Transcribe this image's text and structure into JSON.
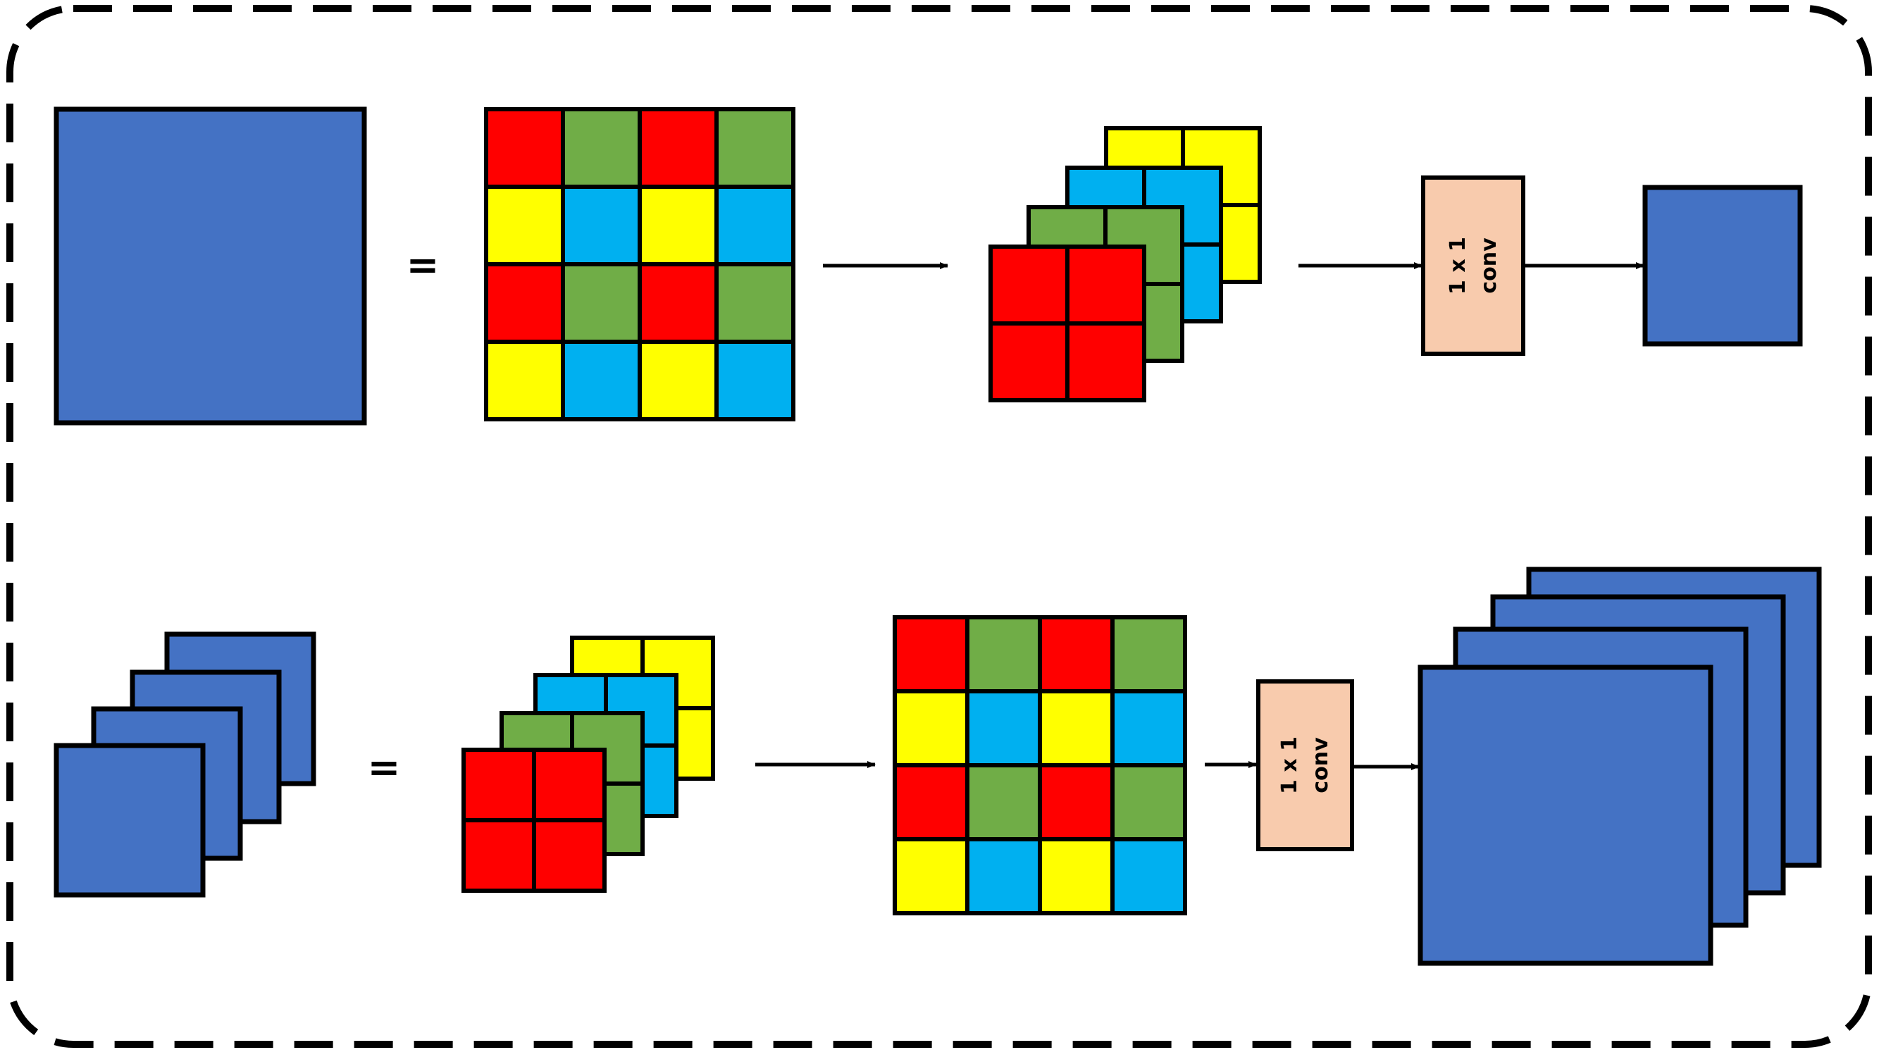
{
  "colors": {
    "blue": "#4472C4",
    "red": "#FF0000",
    "green": "#70AD47",
    "yellow": "#FFFF00",
    "cyan": "#00B0F0",
    "conv": "#F8CBAD",
    "stroke": "#000000"
  },
  "top_row": {
    "equals": "=",
    "grid": [
      [
        "red",
        "green",
        "red",
        "green"
      ],
      [
        "yellow",
        "cyan",
        "yellow",
        "cyan"
      ],
      [
        "red",
        "green",
        "red",
        "green"
      ],
      [
        "yellow",
        "cyan",
        "yellow",
        "cyan"
      ]
    ],
    "stack_order": [
      "yellow",
      "cyan",
      "green",
      "red"
    ],
    "conv_label_line1": "1 x 1",
    "conv_label_line2": "conv"
  },
  "bottom_row": {
    "equals": "=",
    "grid": [
      [
        "red",
        "green",
        "red",
        "green"
      ],
      [
        "yellow",
        "cyan",
        "yellow",
        "cyan"
      ],
      [
        "red",
        "green",
        "red",
        "green"
      ],
      [
        "yellow",
        "cyan",
        "yellow",
        "cyan"
      ]
    ],
    "stack_order": [
      "yellow",
      "cyan",
      "green",
      "red"
    ],
    "conv_label_line1": "1 x 1",
    "conv_label_line2": "conv"
  }
}
